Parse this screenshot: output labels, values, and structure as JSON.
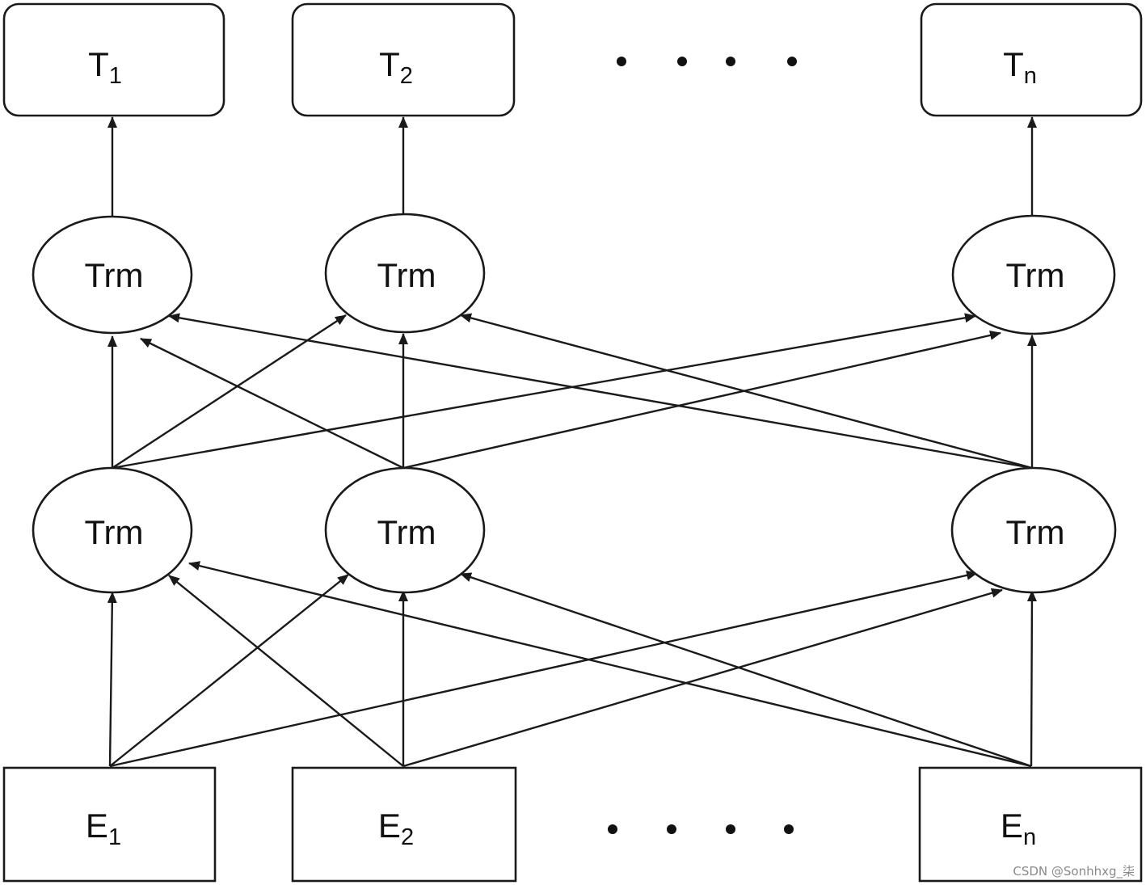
{
  "diagram": {
    "outputs": [
      {
        "base": "T",
        "sub": "1"
      },
      {
        "base": "T",
        "sub": "2"
      },
      {
        "base": "T",
        "sub": "n"
      }
    ],
    "upper_layer": [
      "Trm",
      "Trm",
      "Trm"
    ],
    "lower_layer": [
      "Trm",
      "Trm",
      "Trm"
    ],
    "inputs": [
      {
        "base": "E",
        "sub": "1"
      },
      {
        "base": "E",
        "sub": "2"
      },
      {
        "base": "E",
        "sub": "n"
      }
    ]
  },
  "watermark": "CSDN @Sonhhxg_柒",
  "colors": {
    "stroke": "#1a1a1a",
    "background": "#ffffff",
    "watermark": "#8a8a8a"
  }
}
